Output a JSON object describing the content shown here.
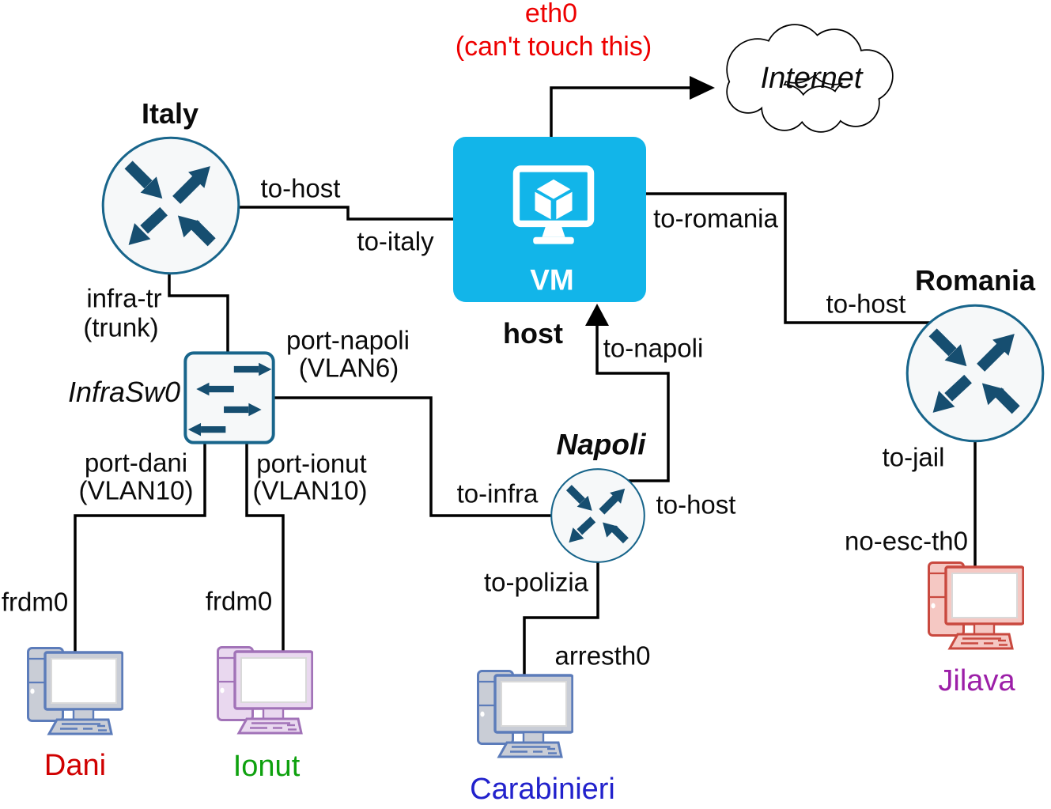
{
  "diagram_type": "network-topology",
  "nodes": {
    "internet": {
      "label": "Internet"
    },
    "vm": {
      "label": "VM",
      "caption": "host",
      "color": "#12b5e9"
    },
    "italy": {
      "label": "Italy",
      "type": "router"
    },
    "romania": {
      "label": "Romania",
      "type": "router"
    },
    "napoli": {
      "label": "Napoli",
      "type": "router"
    },
    "infrasw0": {
      "label": "InfraSw0",
      "type": "switch"
    },
    "dani": {
      "label": "Dani",
      "label_color": "#d00000"
    },
    "ionut": {
      "label": "Ionut",
      "label_color": "#0ea10e"
    },
    "carabinieri": {
      "label": "Carabinieri",
      "label_color": "#2222cc"
    },
    "jilava": {
      "label": "Jilava",
      "label_color": "#9c1fa8"
    }
  },
  "links": {
    "vm_internet": {
      "label": "eth0",
      "note": "(can't touch this)",
      "color": "#ee0000"
    },
    "italy_vm": {
      "italy_end": "to-host",
      "vm_end": "to-italy"
    },
    "vm_romania": {
      "vm_end": "to-romania",
      "romania_end": "to-host"
    },
    "vm_napoli": {
      "vm_end": "to-napoli",
      "napoli_end": "to-host"
    },
    "italy_infrasw0": {
      "label": "infra-tr",
      "note": "(trunk)"
    },
    "infrasw0_napoli": {
      "infrasw0_end": "port-napoli",
      "infrasw0_vlan": "(VLAN6)",
      "napoli_end": "to-infra"
    },
    "infrasw0_dani": {
      "infrasw0_end": "port-dani",
      "infrasw0_vlan": "(VLAN10)",
      "dani_end": "frdm0"
    },
    "infrasw0_ionut": {
      "infrasw0_end": "port-ionut",
      "infrasw0_vlan": "(VLAN10)",
      "ionut_end": "frdm0"
    },
    "napoli_carabinieri": {
      "napoli_end": "to-polizia",
      "carabinieri_end": "arresth0"
    },
    "romania_jilava": {
      "romania_end": "to-jail",
      "jilava_end": "no-esc-th0"
    }
  },
  "colors": {
    "link": "#000000",
    "router_border": "#18658b",
    "router_arrows": "#164e70",
    "vm_cyan": "#12b5e9",
    "warning_red": "#ee0000"
  }
}
